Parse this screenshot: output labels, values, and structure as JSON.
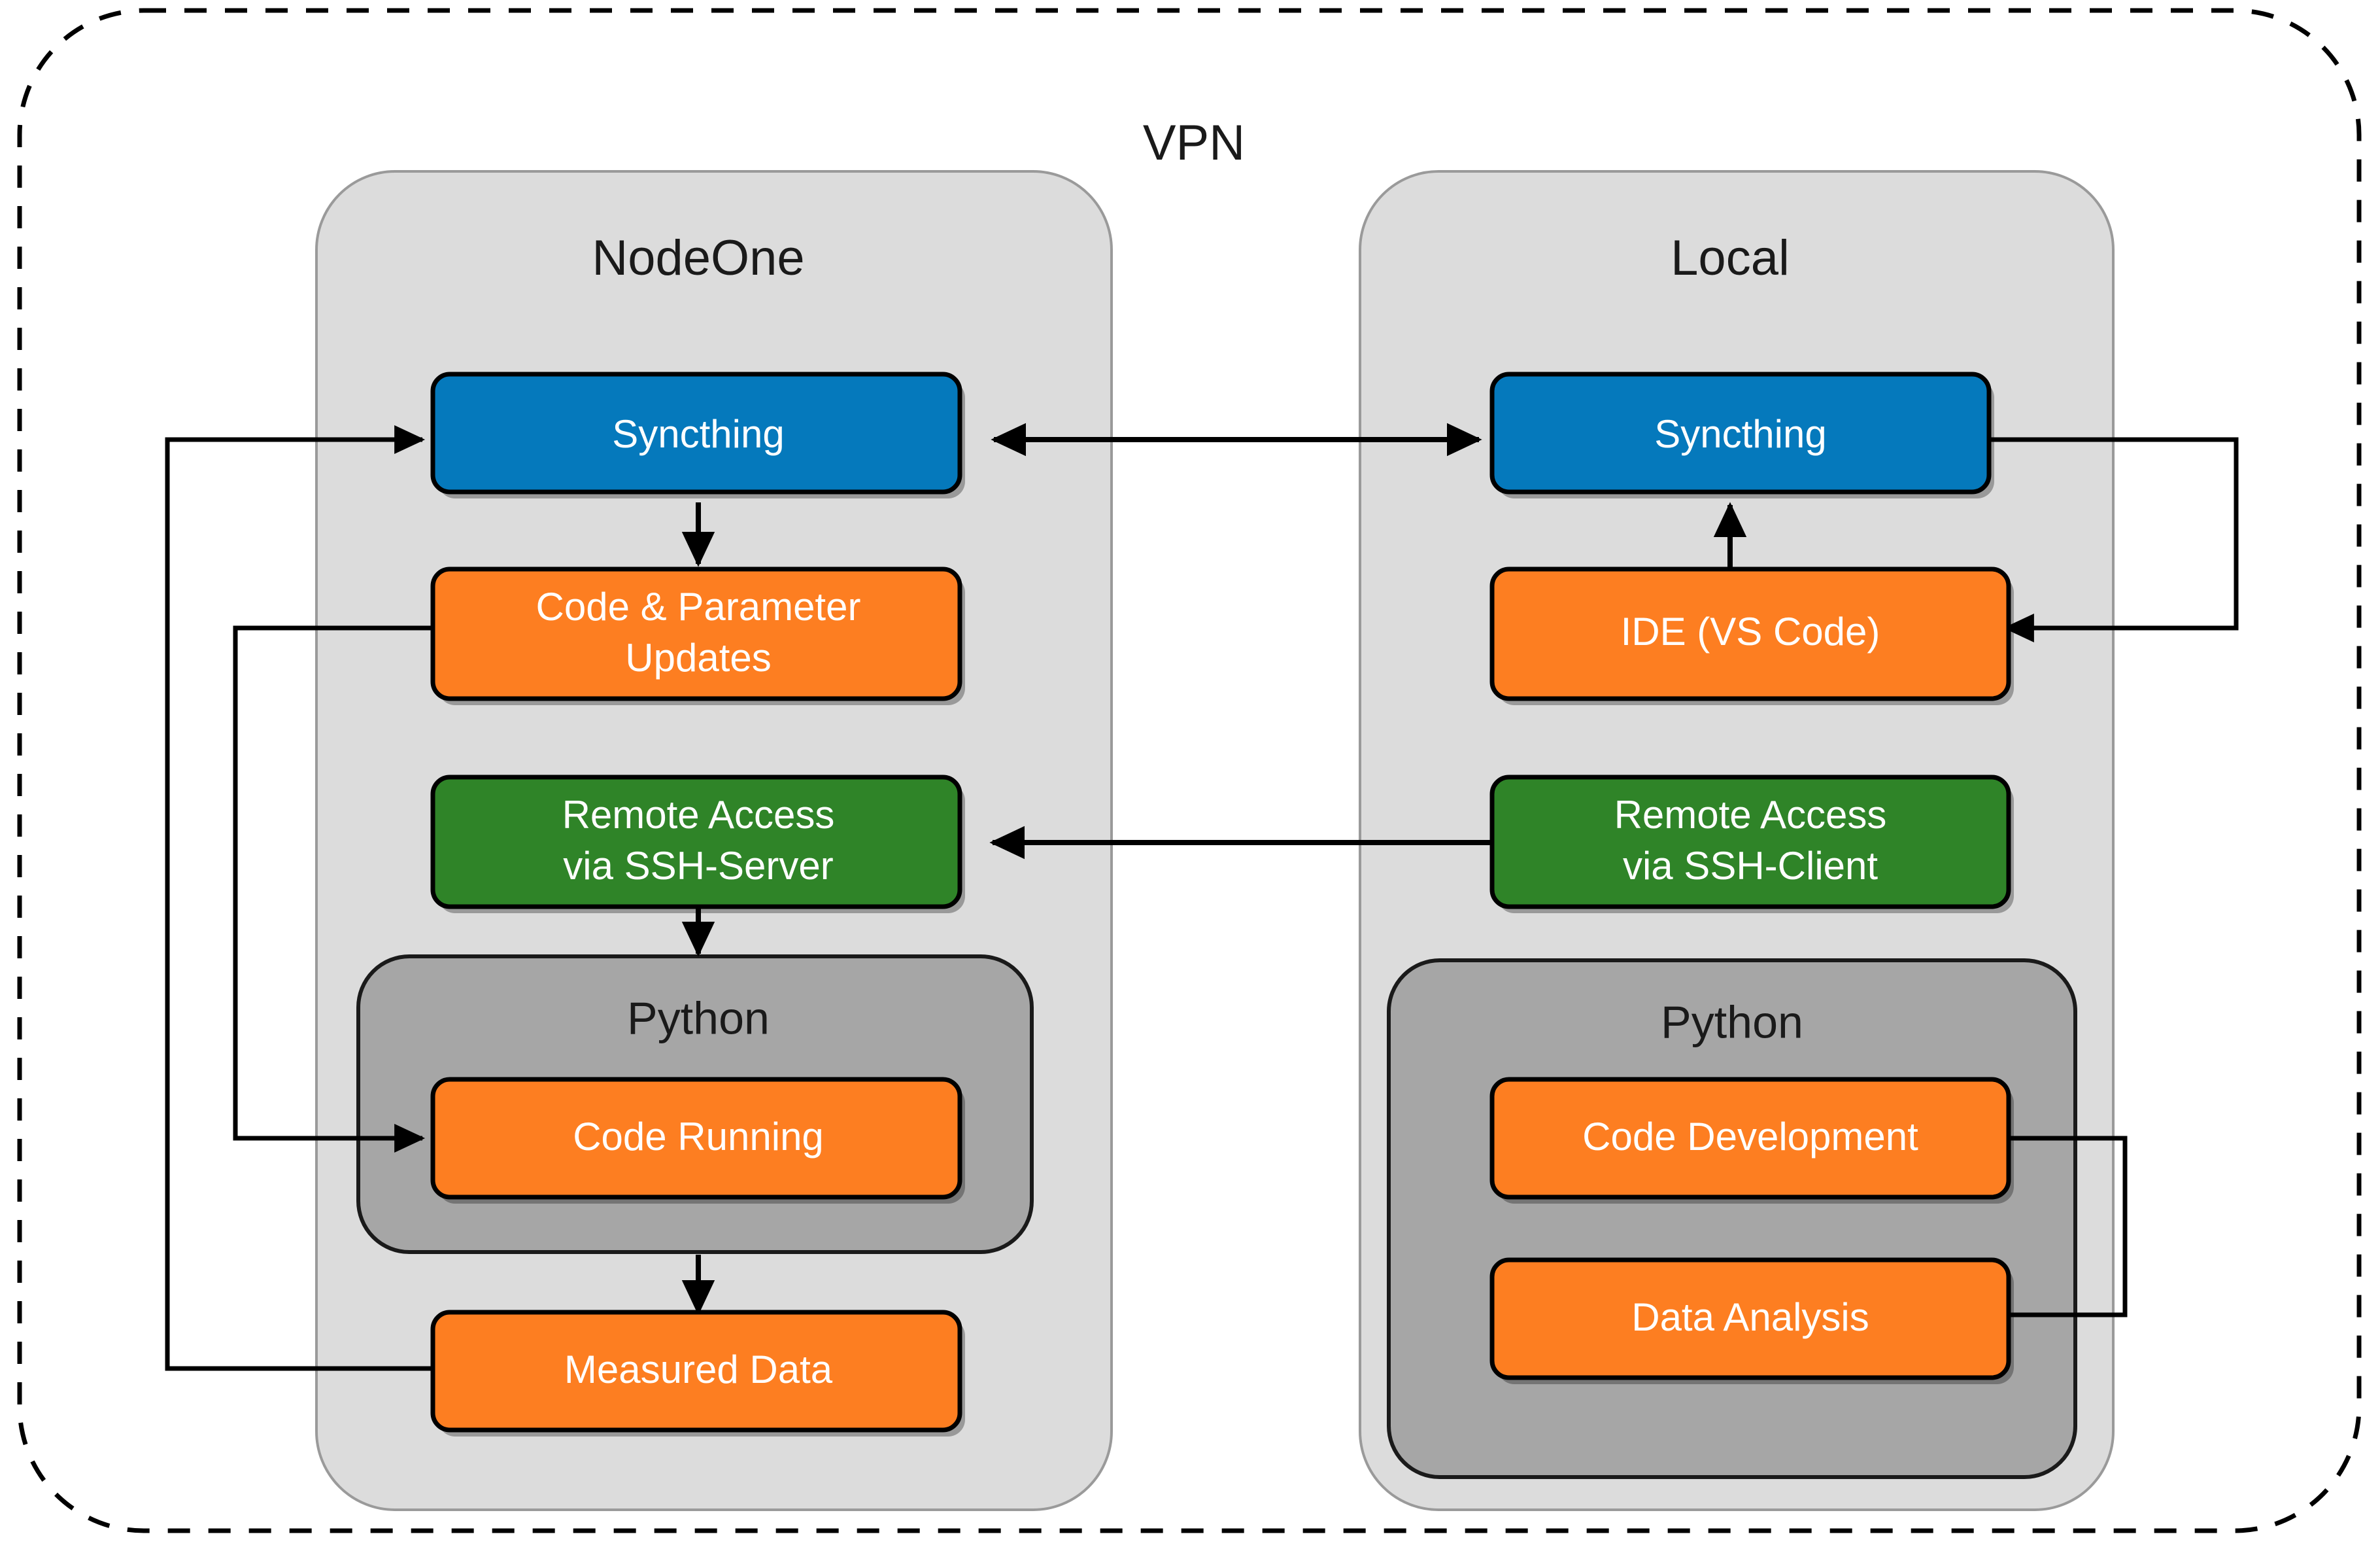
{
  "diagram": {
    "title": "VPN",
    "colors": {
      "blue": "#0579BC",
      "orange": "#FD7E21",
      "green": "#2F8428",
      "panel_light_gray": "#DCDCDC",
      "panel_mid_gray": "#A6A6A6",
      "border_black": "#000000",
      "text_white": "#FFFFFF",
      "text_dark": "#1A1A1A",
      "page_background": "#FFFFFF"
    },
    "panels": [
      {
        "id": "nodeone",
        "title": "NodeOne",
        "nodes": [
          {
            "id": "nodeone-syncthing",
            "label": "Syncthing",
            "color": "blue"
          },
          {
            "id": "nodeone-updates",
            "label_line1": "Code & Parameter",
            "label_line2": "Updates",
            "color": "orange"
          },
          {
            "id": "nodeone-ssh",
            "label_line1": "Remote Access",
            "label_line2": "via SSH-Server",
            "color": "green"
          },
          {
            "id": "nodeone-code-running",
            "label": "Code Running",
            "color": "orange"
          },
          {
            "id": "nodeone-measured",
            "label": "Measured Data",
            "color": "orange"
          }
        ],
        "python_group": {
          "id": "nodeone-python",
          "title": "Python",
          "members": [
            "nodeone-code-running"
          ]
        }
      },
      {
        "id": "local",
        "title": "Local",
        "nodes": [
          {
            "id": "local-syncthing",
            "label": "Syncthing",
            "color": "blue"
          },
          {
            "id": "local-ide",
            "label": "IDE (VS Code)",
            "color": "orange"
          },
          {
            "id": "local-ssh",
            "label_line1": "Remote Access",
            "label_line2": "via SSH-Client",
            "color": "green"
          },
          {
            "id": "local-code-dev",
            "label": "Code Development",
            "color": "orange"
          },
          {
            "id": "local-data-analysis",
            "label": "Data Analysis",
            "color": "orange"
          }
        ],
        "python_group": {
          "id": "local-python",
          "title": "Python",
          "members": [
            "local-code-dev",
            "local-data-analysis"
          ]
        }
      }
    ],
    "connections": [
      {
        "id": "conn-syncthing-sync",
        "from": "nodeone-syncthing",
        "to": "local-syncthing",
        "arrow": "both"
      },
      {
        "id": "conn-ssh-client-server",
        "from": "local-ssh",
        "to": "nodeone-ssh",
        "arrow": "to"
      },
      {
        "id": "conn-sync-to-updates",
        "from": "nodeone-syncthing",
        "to": "nodeone-updates",
        "arrow": "to"
      },
      {
        "id": "conn-ssh-to-python",
        "from": "nodeone-ssh",
        "to": "nodeone-python",
        "arrow": "to"
      },
      {
        "id": "conn-running-to-data",
        "from": "nodeone-code-running",
        "to": "nodeone-measured",
        "arrow": "to"
      },
      {
        "id": "conn-ide-to-sync",
        "from": "local-ide",
        "to": "local-syncthing",
        "arrow": "to"
      },
      {
        "id": "conn-updates-to-running",
        "from": "nodeone-updates",
        "to": "nodeone-code-running",
        "arrow": "to"
      },
      {
        "id": "conn-measured-to-sync",
        "from": "nodeone-measured",
        "to": "nodeone-syncthing",
        "arrow": "to"
      },
      {
        "id": "conn-sync-to-ide",
        "from": "local-syncthing",
        "to": "local-ide",
        "arrow": "to"
      },
      {
        "id": "conn-codedev-to-analysis",
        "from": "local-code-dev",
        "to": "local-data-analysis",
        "arrow": "to"
      }
    ]
  }
}
